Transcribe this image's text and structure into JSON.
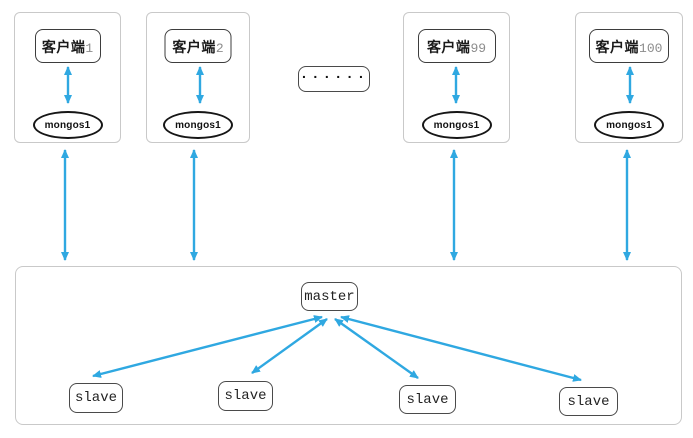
{
  "clients": [
    {
      "name": "客户端",
      "number": "1",
      "router": "mongos1"
    },
    {
      "name": "客户端",
      "number": "2",
      "router": "mongos1"
    },
    {
      "name": "客户端",
      "number": "99",
      "router": "mongos1"
    },
    {
      "name": "客户端",
      "number": "100",
      "router": "mongos1"
    }
  ],
  "ellipsis": "......",
  "replica": {
    "master": "master",
    "slaves": [
      "slave",
      "slave",
      "slave",
      "slave"
    ]
  },
  "colors": {
    "arrow": "#2FA8E1",
    "node_border": "#3D3D3D",
    "container_border": "#C9C9C9",
    "ellipse_border": "#161616",
    "number_text": "#8C8C8C",
    "label_text": "#1A1A1A"
  }
}
